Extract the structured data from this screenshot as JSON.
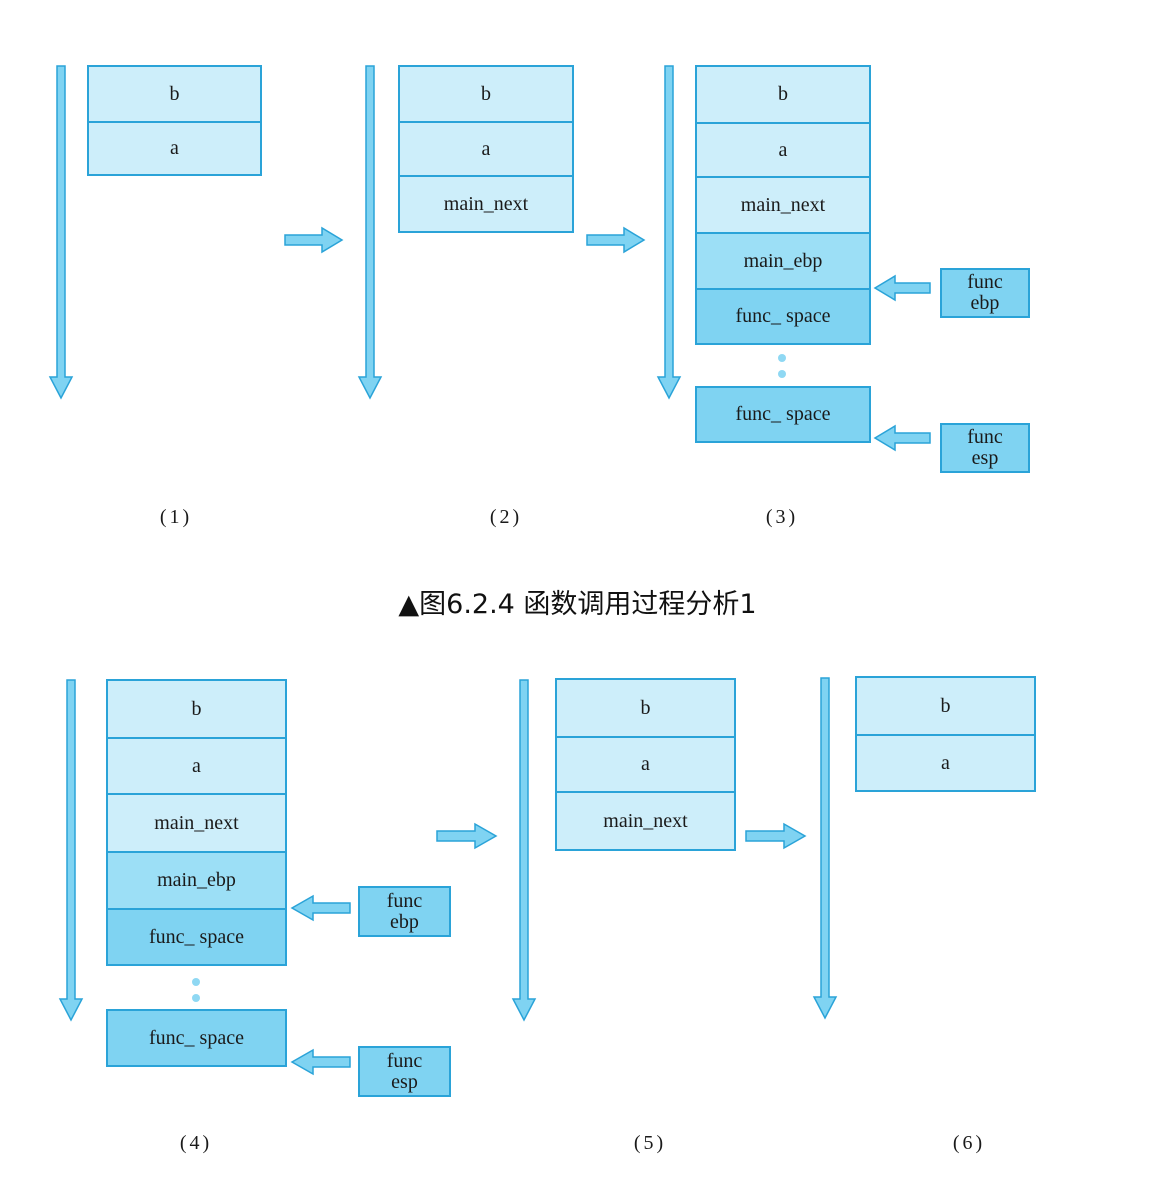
{
  "figure": {
    "title": "▲图6.2.4 函数调用过程分析1",
    "colors": {
      "fill_light": "#cdeefa",
      "fill_mid": "#9cdff6",
      "fill_dark": "#7fd3f2",
      "stroke": "#2aa3d8"
    }
  },
  "cells": {
    "b": "b",
    "a": "a",
    "main_next": "main_next",
    "main_ebp": "main_ebp",
    "func_space": "func_ space"
  },
  "tags": {
    "ebp_line1": "func",
    "ebp_line2": "ebp",
    "esp_line1": "func",
    "esp_line2": "esp"
  },
  "captions": [
    "(1)",
    "(2)",
    "(3)",
    "(4)",
    "(5)",
    "(6)"
  ]
}
